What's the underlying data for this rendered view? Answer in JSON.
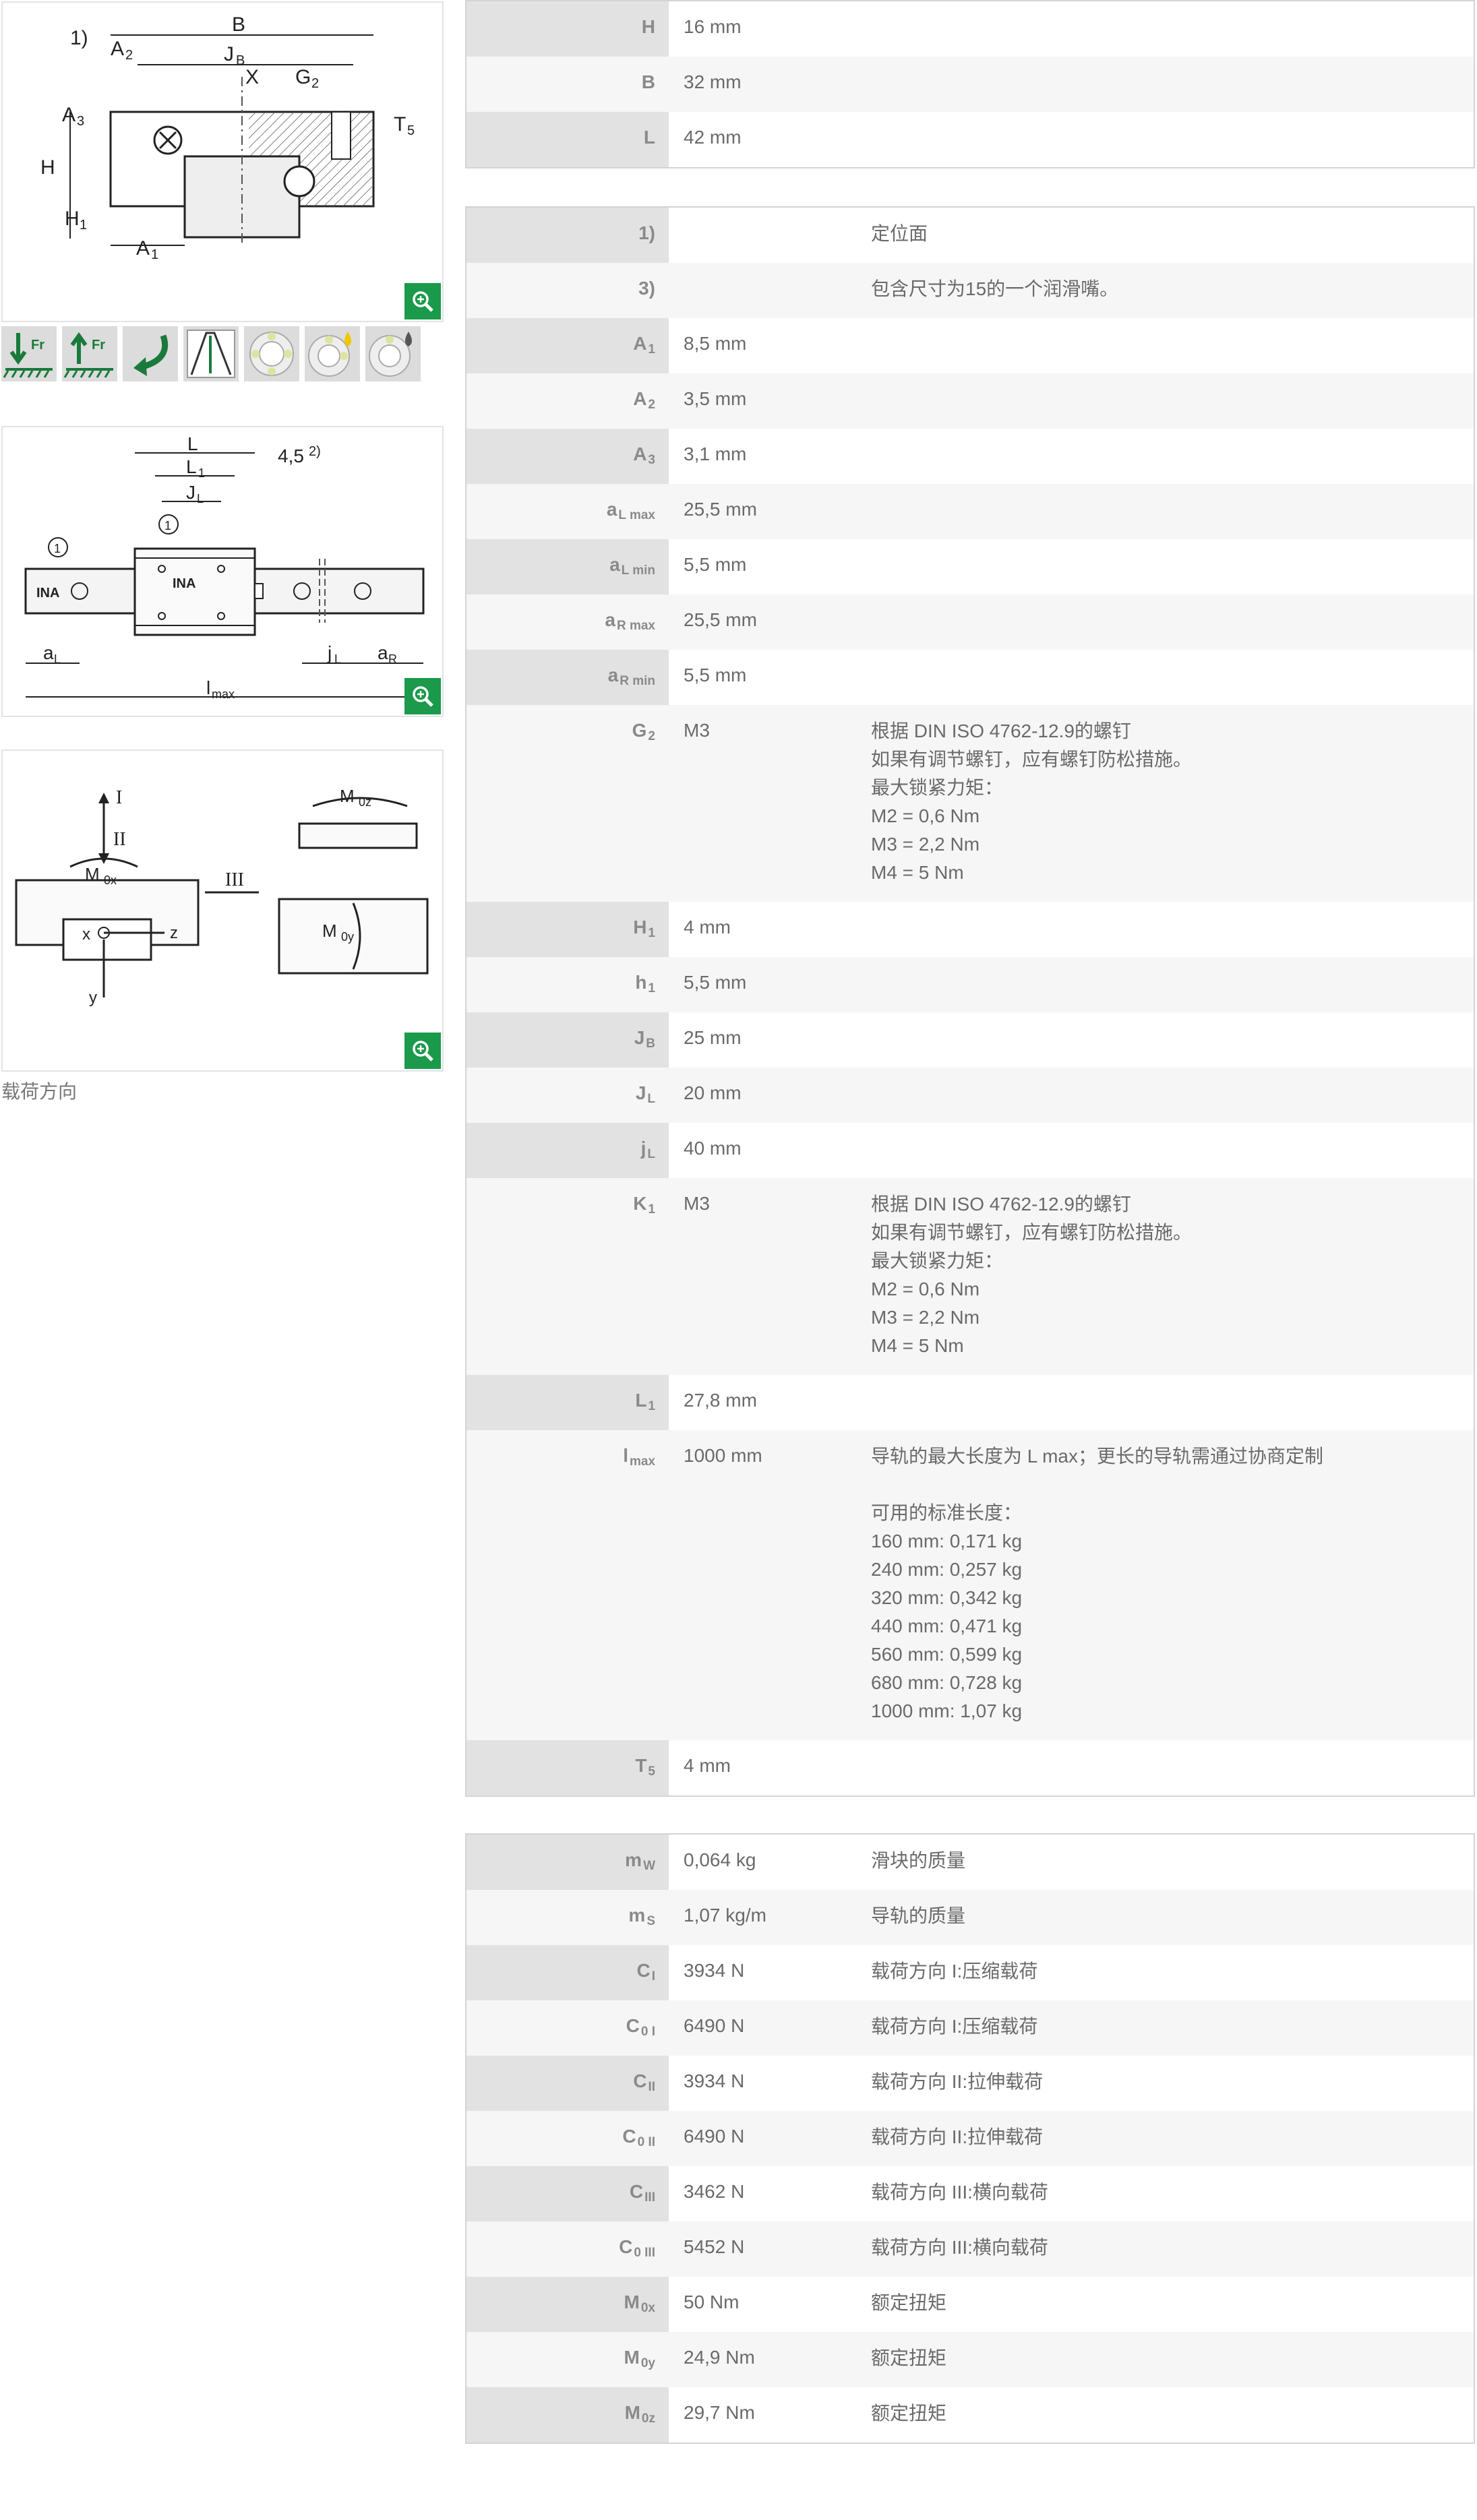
{
  "figures": {
    "fig1": {
      "labels": [
        "B",
        "1)",
        "A2",
        "JB",
        "X",
        "G2",
        "A3",
        "T5",
        "H",
        "H1",
        "A1"
      ]
    },
    "fig2": {
      "labels": [
        "L",
        "L1",
        "JL",
        "4,5",
        "2)",
        "INA",
        "INA",
        "aL",
        "jL",
        "aR",
        "lmax",
        "1",
        "1"
      ]
    },
    "fig3": {
      "labels": [
        "I",
        "II",
        "M0x",
        "M0z",
        "III",
        "M0y",
        "x",
        "z",
        "y"
      ]
    },
    "caption": "载荷方向"
  },
  "icons": [
    "load-down-icon",
    "load-up-icon",
    "rotation-icon",
    "tilt-icon",
    "bearing-icon",
    "lubrication-icon",
    "oil-drop-icon"
  ],
  "table1": [
    {
      "sym": "H",
      "sub": "",
      "val": "16  mm"
    },
    {
      "sym": "B",
      "sub": "",
      "val": "32  mm"
    },
    {
      "sym": "L",
      "sub": "",
      "val": "42  mm"
    }
  ],
  "table2": [
    {
      "sym": "1)",
      "sub": "",
      "val": "",
      "desc": [
        "定位面"
      ]
    },
    {
      "sym": "3)",
      "sub": "",
      "val": "",
      "desc": [
        "包含尺寸为15的一个润滑嘴。"
      ]
    },
    {
      "sym": "A",
      "sub": "1",
      "val": "8,5  mm",
      "desc": []
    },
    {
      "sym": "A",
      "sub": "2",
      "val": "3,5  mm",
      "desc": []
    },
    {
      "sym": "A",
      "sub": "3",
      "val": "3,1  mm",
      "desc": []
    },
    {
      "sym": "a",
      "sub": "L max",
      "val": "25,5  mm",
      "desc": []
    },
    {
      "sym": "a",
      "sub": "L min",
      "val": "5,5  mm",
      "desc": []
    },
    {
      "sym": "a",
      "sub": "R max",
      "val": "25,5  mm",
      "desc": []
    },
    {
      "sym": "a",
      "sub": "R min",
      "val": "5,5  mm",
      "desc": []
    },
    {
      "sym": "G",
      "sub": "2",
      "val": "M3",
      "desc": [
        "根据 DIN ISO 4762-12.9的螺钉",
        "如果有调节螺钉，应有螺钉防松措施。",
        "最大锁紧力矩：",
        "M2 = 0,6 Nm",
        "M3 = 2,2 Nm",
        "M4 = 5 Nm"
      ]
    },
    {
      "sym": "H",
      "sub": "1",
      "val": "4  mm",
      "desc": []
    },
    {
      "sym": "h",
      "sub": "1",
      "val": "5,5  mm",
      "desc": []
    },
    {
      "sym": "J",
      "sub": "B",
      "val": "25  mm",
      "desc": []
    },
    {
      "sym": "J",
      "sub": "L",
      "val": "20  mm",
      "desc": []
    },
    {
      "sym": "j",
      "sub": "L",
      "val": "40  mm",
      "desc": []
    },
    {
      "sym": "K",
      "sub": "1",
      "val": "M3",
      "desc": [
        "根据 DIN ISO 4762-12.9的螺钉",
        "如果有调节螺钉，应有螺钉防松措施。",
        "最大锁紧力矩：",
        "M2 = 0,6 Nm",
        "M3 = 2,2 Nm",
        "M4 = 5 Nm"
      ]
    },
    {
      "sym": "L",
      "sub": "1",
      "val": "27,8  mm",
      "desc": []
    },
    {
      "sym": "l",
      "sub": "max",
      "val": "1000  mm",
      "desc": [
        "导轨的最大长度为 L max；更长的导轨需通过协商定制",
        "",
        "可用的标准长度：",
        "160 mm: 0,171 kg",
        "240 mm: 0,257 kg",
        "320 mm: 0,342 kg",
        "440 mm: 0,471 kg",
        "560 mm: 0,599 kg",
        "680 mm: 0,728 kg",
        "1000 mm: 1,07 kg"
      ]
    },
    {
      "sym": "T",
      "sub": "5",
      "val": "4  mm",
      "desc": []
    }
  ],
  "table3": [
    {
      "sym": "m",
      "sub": "W",
      "val": "0,064  kg",
      "desc": [
        "滑块的质量"
      ]
    },
    {
      "sym": "m",
      "sub": "S",
      "val": "1,07  kg/m",
      "desc": [
        "导轨的质量"
      ]
    },
    {
      "sym": "C",
      "sub": "I",
      "val": "3934  N",
      "desc": [
        "载荷方向 I:压缩载荷"
      ]
    },
    {
      "sym": "C",
      "sub": "0 I",
      "val": "6490  N",
      "desc": [
        "载荷方向 I:压缩载荷"
      ]
    },
    {
      "sym": "C",
      "sub": "II",
      "val": "3934  N",
      "desc": [
        "载荷方向 II:拉伸载荷"
      ]
    },
    {
      "sym": "C",
      "sub": "0 II",
      "val": "6490  N",
      "desc": [
        "载荷方向 II:拉伸载荷"
      ]
    },
    {
      "sym": "C",
      "sub": "III",
      "val": "3462  N",
      "desc": [
        "载荷方向 III:横向载荷"
      ]
    },
    {
      "sym": "C",
      "sub": "0 III",
      "val": "5452  N",
      "desc": [
        "载荷方向 III:横向载荷"
      ]
    },
    {
      "sym": "M",
      "sub": "0x",
      "val": "50  Nm",
      "desc": [
        "额定扭矩"
      ]
    },
    {
      "sym": "M",
      "sub": "0y",
      "val": "24,9  Nm",
      "desc": [
        "额定扭矩"
      ]
    },
    {
      "sym": "M",
      "sub": "0z",
      "val": "29,7  Nm",
      "desc": [
        "额定扭矩"
      ]
    }
  ]
}
